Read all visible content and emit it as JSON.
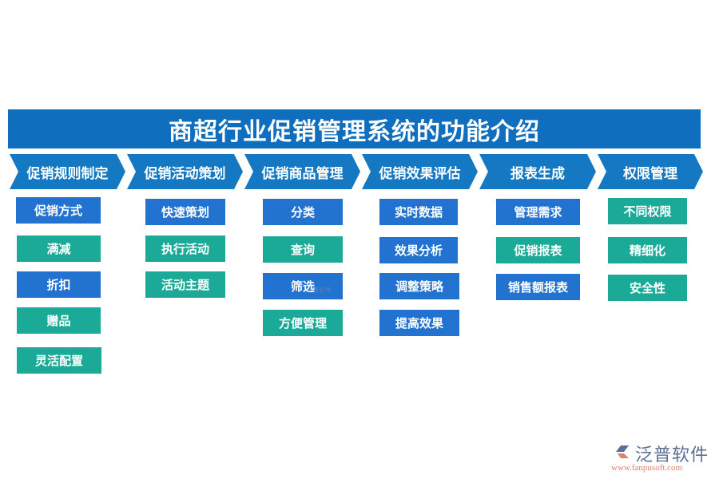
{
  "title": "商超行业促销管理系统的功能介绍",
  "colors": {
    "title_bg": "#0f6fbe",
    "chevron_bg": "#1479c2",
    "box_blue": "#2272cf",
    "box_teal": "#1ba998",
    "logo_text": "#5d6f95",
    "logo_url": "#d4876a"
  },
  "columns": [
    {
      "label": "促销规则制定",
      "items": [
        {
          "label": "促销方式",
          "color": "blue"
        },
        {
          "label": "满减",
          "color": "teal"
        },
        {
          "label": "折扣",
          "color": "blue"
        },
        {
          "label": "赠品",
          "color": "teal"
        },
        {
          "label": "灵活配置",
          "color": "teal"
        }
      ]
    },
    {
      "label": "促销活动策划",
      "items": [
        {
          "label": "快速策划",
          "color": "blue"
        },
        {
          "label": "执行活动",
          "color": "teal"
        },
        {
          "label": "活动主题",
          "color": "teal"
        }
      ]
    },
    {
      "label": "促销商品管理",
      "items": [
        {
          "label": "分类",
          "color": "blue"
        },
        {
          "label": "查询",
          "color": "teal"
        },
        {
          "label": "筛选",
          "color": "blue"
        },
        {
          "label": "方便管理",
          "color": "teal"
        }
      ]
    },
    {
      "label": "促销效果评估",
      "items": [
        {
          "label": "实时数据",
          "color": "blue"
        },
        {
          "label": "效果分析",
          "color": "blue"
        },
        {
          "label": "调整策略",
          "color": "blue"
        },
        {
          "label": "提高效果",
          "color": "blue"
        }
      ]
    },
    {
      "label": "报表生成",
      "items": [
        {
          "label": "管理需求",
          "color": "blue"
        },
        {
          "label": "促销报表",
          "color": "teal"
        },
        {
          "label": "销售额报表",
          "color": "blue"
        }
      ]
    },
    {
      "label": "权限管理",
      "items": [
        {
          "label": "不同权限",
          "color": "teal"
        },
        {
          "label": "精细化",
          "color": "teal"
        },
        {
          "label": "安全性",
          "color": "teal"
        }
      ]
    }
  ],
  "watermark": "泛普软件",
  "logo": {
    "name": "泛普软件",
    "url": "www.fanpusoft.com"
  }
}
